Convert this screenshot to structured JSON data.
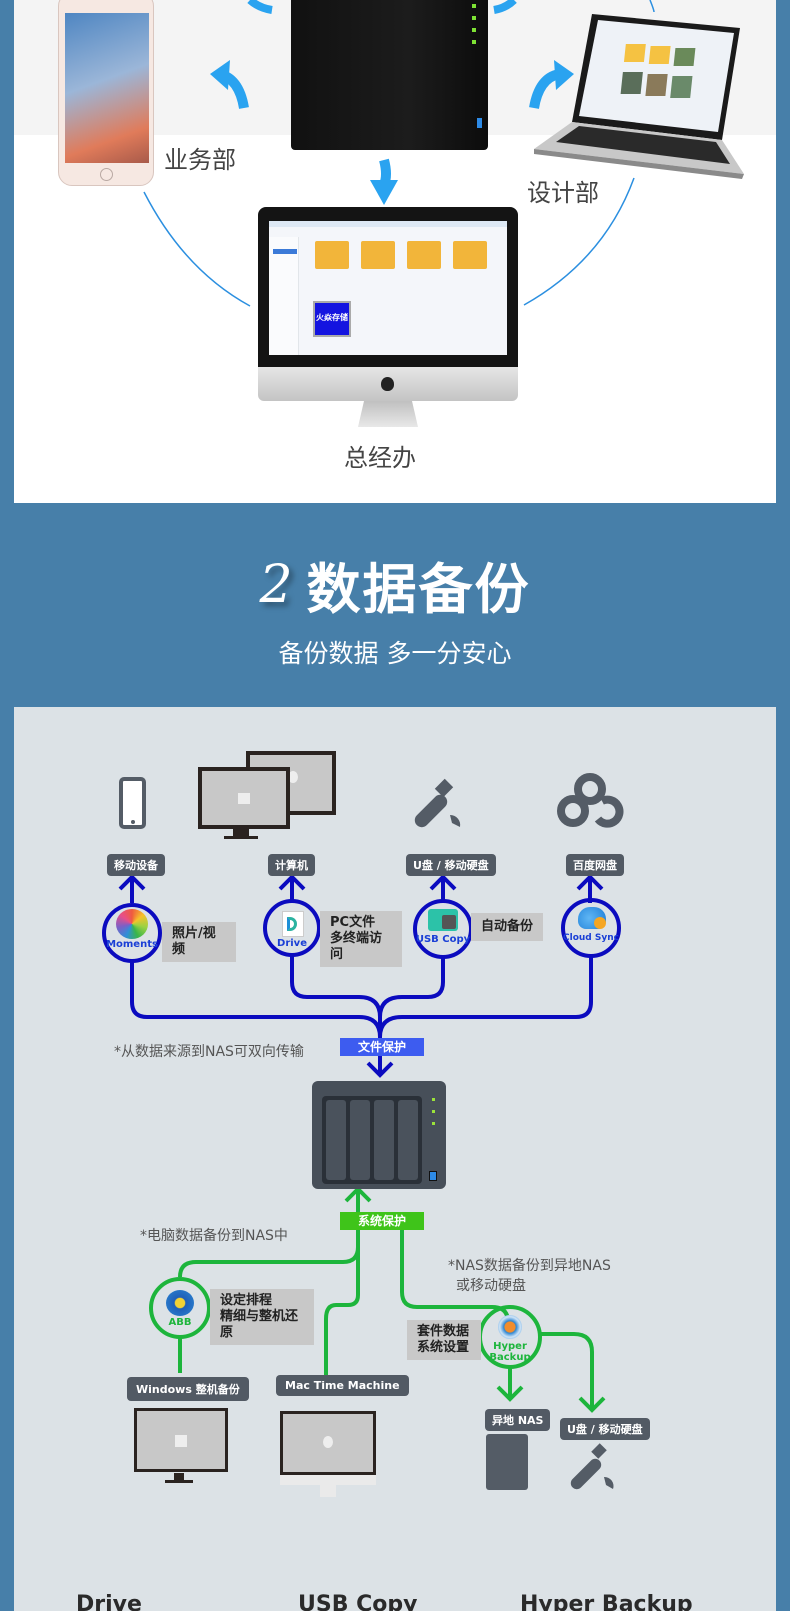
{
  "top": {
    "departments": {
      "sales": "业务部",
      "design": "设计部",
      "management": "总经办"
    },
    "desktop_watermark": "火焱存储"
  },
  "section": {
    "number": "2",
    "title": "数据备份",
    "subtitle": "备份数据 多一分安心"
  },
  "diagram": {
    "sources": [
      {
        "icon": "smartphone-icon",
        "label": "移动设备"
      },
      {
        "icon": "computer-icon",
        "label": "计算机"
      },
      {
        "icon": "usb-drive-icon",
        "label": "U盘 / 移动硬盘"
      },
      {
        "icon": "baidu-cloud-icon",
        "label": "百度网盘"
      }
    ],
    "apps": [
      {
        "name": "Moments",
        "desc": "照片/视频"
      },
      {
        "name": "Drive",
        "desc_line1": "PC文件",
        "desc_line2": "多终端访问"
      },
      {
        "name": "USB Copy",
        "desc": "自动备份"
      },
      {
        "name": "Cloud Sync"
      }
    ],
    "file_protection_label": "文件保护",
    "file_protection_note": "*从数据来源到NAS可双向传输",
    "system_protection_label": "系统保护",
    "pc_backup_note": "*电脑数据备份到NAS中",
    "remote_backup_note_line1": "*NAS数据备份到异地NAS",
    "remote_backup_note_line2": "或移动硬盘",
    "abb": {
      "name": "ABB",
      "desc_line1": "设定排程",
      "desc_line2": "精细与整机还原"
    },
    "hyper_backup": {
      "name_line1": "Hyper",
      "name_line2": "Backup",
      "desc_line1": "套件数据",
      "desc_line2": "系统设置"
    },
    "targets": [
      {
        "label": "Windows 整机备份"
      },
      {
        "label": "Mac Time Machine"
      },
      {
        "label": "异地 NAS"
      },
      {
        "label": "U盘 / 移动硬盘"
      }
    ],
    "bottom_labels": [
      "Drive",
      "USB Copy",
      "Hyper Backup"
    ],
    "colors": {
      "blue_line": "#0b0bbf",
      "green_line": "#1db53c",
      "file_protection_bg": "#3d5cf0",
      "system_protection_bg": "#3fc41a",
      "page_bg": "#477fa9"
    }
  }
}
